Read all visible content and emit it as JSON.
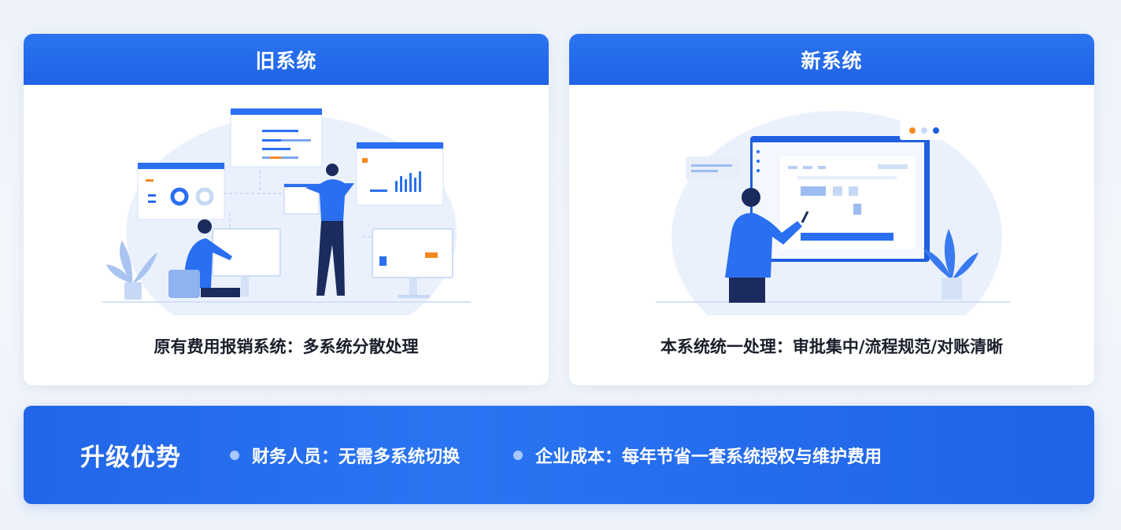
{
  "old_system": {
    "title": "旧系统",
    "caption": "原有费用报销系统：多系统分散处理",
    "illustration": "people-working-multiple-dashboards-illustration"
  },
  "new_system": {
    "title": "新系统",
    "caption": "本系统统一处理：审批集中/流程规范/对账清晰",
    "illustration": "person-using-single-unified-dashboard-illustration"
  },
  "upgrade": {
    "title": "升级优势",
    "benefits": [
      {
        "label": "财务人员：无需多系统切换"
      },
      {
        "label": "企业成本：每年节省一套系统授权与维护费用"
      }
    ]
  },
  "colors": {
    "primary_blue": "#2266e8",
    "accent_orange": "#f5891f",
    "navy": "#1b2b5e",
    "light_blue": "#a9c8ff"
  }
}
